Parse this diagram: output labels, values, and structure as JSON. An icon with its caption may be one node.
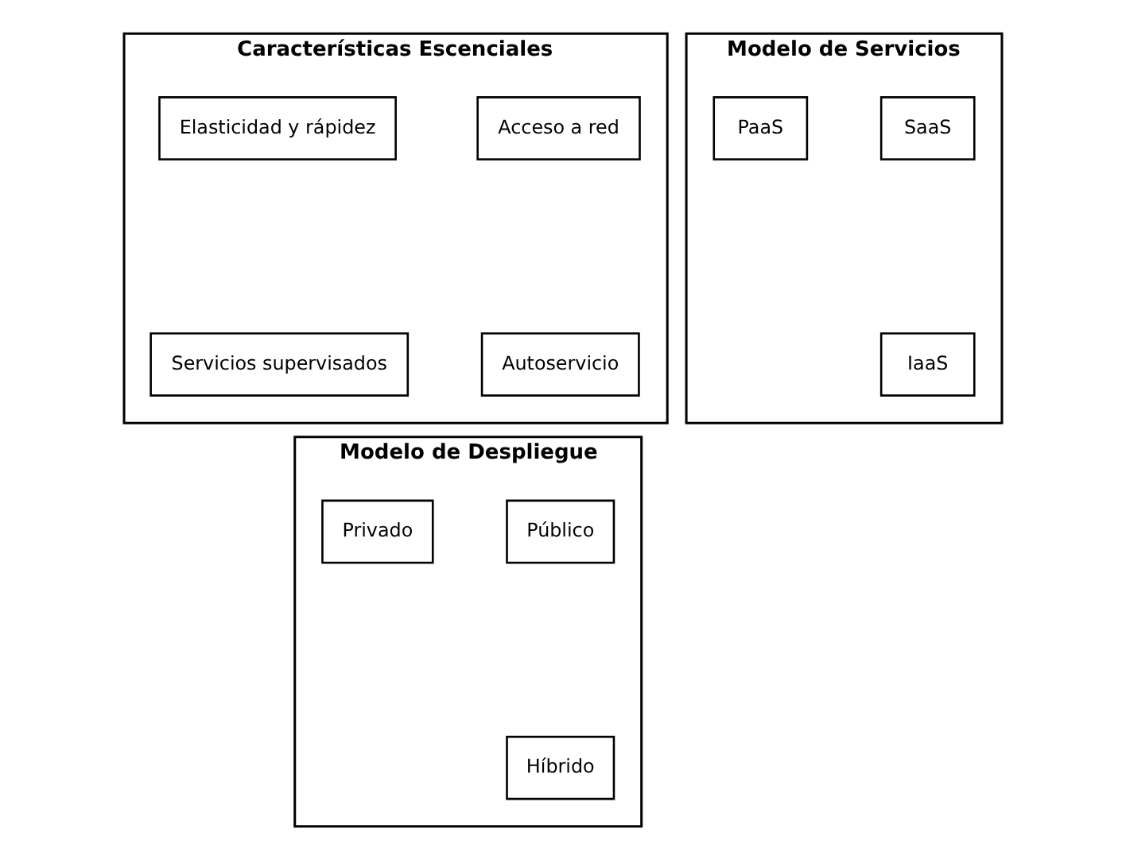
{
  "diagram": {
    "nodes": [
      {
        "text": [
          "Características Escenciales"
        ]
      },
      {
        "text": [
          "Acceso a red"
        ],
        "in": 0
      },
      {
        "text": [
          "Elasticidad y rápidez"
        ],
        "in": 0
      },
      {
        "text": [
          "Autoservicio"
        ],
        "in": 0
      },
      {
        "text": [
          "Servicios supervisados"
        ],
        "in": 0
      },
      {
        "text": [
          "Modelo de Servicios"
        ]
      },
      {
        "text": [
          "SaaS"
        ],
        "in": 5
      },
      {
        "text": [
          "PaaS"
        ],
        "in": 5
      },
      {
        "text": [
          "IaaS"
        ],
        "in": 5
      },
      {
        "text": [
          "Modelo de Despliegue"
        ]
      },
      {
        "text": [
          "Público"
        ],
        "in": 9
      },
      {
        "text": [
          "Privado"
        ],
        "in": 9
      },
      {
        "text": [
          "Híbrido"
        ],
        "in": 9
      }
    ]
  }
}
